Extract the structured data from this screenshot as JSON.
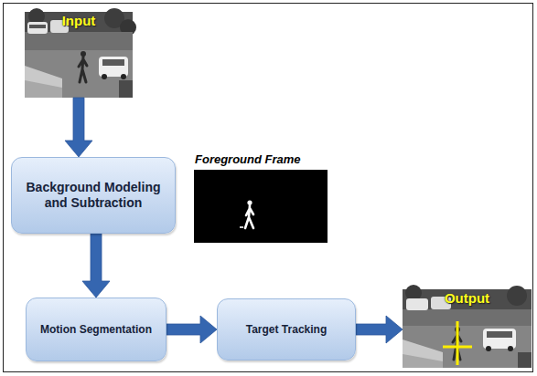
{
  "diagram": {
    "nodes": [
      {
        "text": [
          "Input"
        ]
      },
      {
        "text": [
          "Background Modeling and Subtraction"
        ]
      },
      {
        "text": [
          "Foreground Frame"
        ]
      },
      {
        "text": [
          "Motion Segmentation"
        ]
      },
      {
        "text": [
          "Target Tracking"
        ]
      },
      {
        "text": [
          "Output"
        ]
      }
    ],
    "edges": [
      {
        "from": 0,
        "to": 1,
        "arrow": "to"
      },
      {
        "from": 1,
        "to": 3,
        "arrow": "to"
      },
      {
        "from": 3,
        "to": 4,
        "arrow": "to"
      },
      {
        "from": 4,
        "to": 5,
        "arrow": "to"
      }
    ]
  }
}
